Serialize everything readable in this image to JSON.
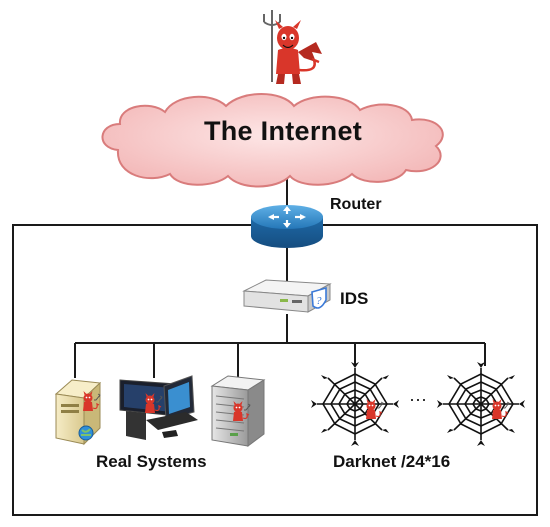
{
  "internet": {
    "label": "The Internet"
  },
  "router": {
    "label": "Router"
  },
  "ids": {
    "label": "IDS"
  },
  "real_systems": {
    "label": "Real Systems"
  },
  "darknet": {
    "label": "Darknet /24*16",
    "ellipsis": "···"
  },
  "icons": [
    "devil-attacker-icon",
    "cloud-icon",
    "router-icon",
    "ids-appliance-icon",
    "server-icon",
    "workstation-icon",
    "tower-server-icon",
    "spider-web-icon"
  ],
  "colors": {
    "cloud_fill": "#f7c4c4",
    "cloud_stroke": "#d97c7c",
    "router_body": "#2d83c4",
    "devil": "#d9362a",
    "line": "#1a1a1a"
  }
}
